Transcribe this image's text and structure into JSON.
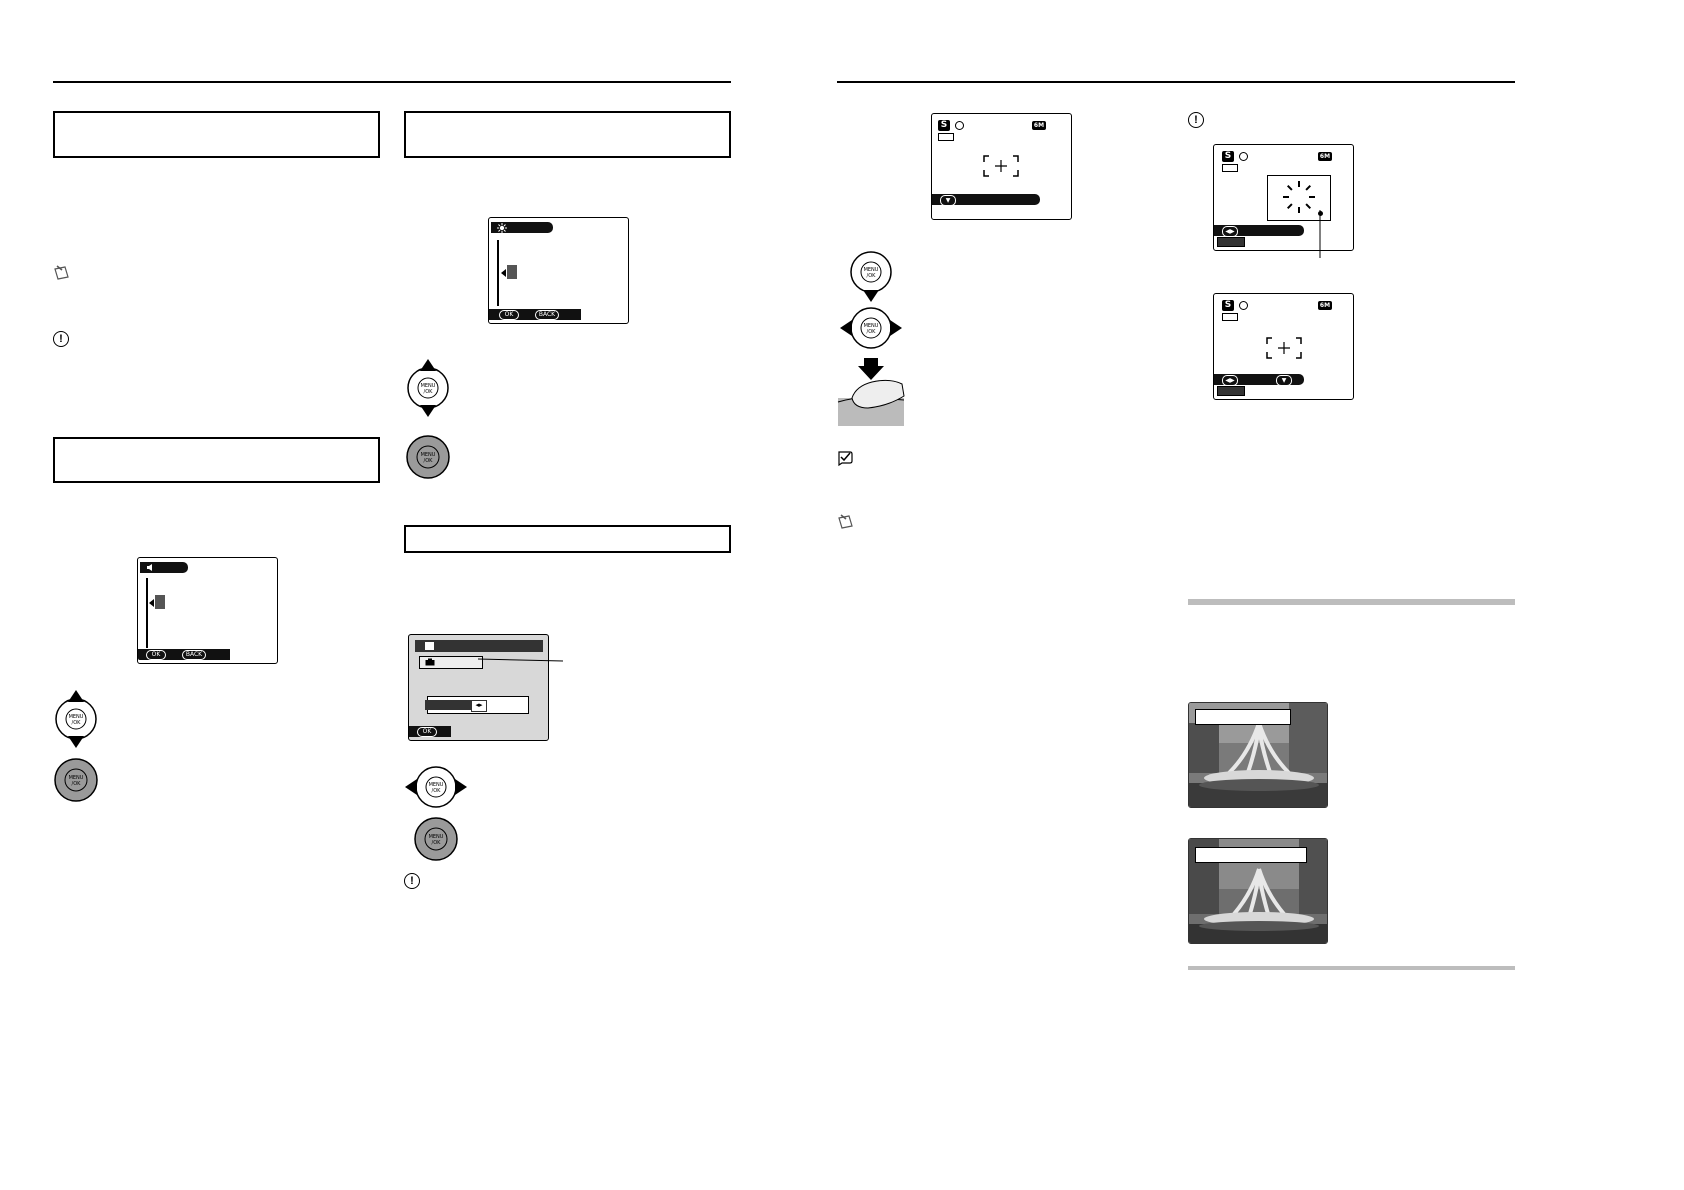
{
  "colors": {
    "rule": "#000000",
    "gray_rule": "#bdbdbd",
    "bar": "#111111",
    "pad": "#9a9a9a"
  },
  "icons": [
    "notice-icon",
    "memo-icon",
    "check-icon",
    "up-down-pad-icon",
    "menu-ok-pad-icon",
    "left-right-pad-icon",
    "down-pad-icon",
    "shutter-press-icon",
    "focus-frame-icon",
    "brightness-icon",
    "volume-icon",
    "camera-icon"
  ],
  "lcd": {
    "shooting_mode": "S",
    "image_quality": "6M",
    "ok_label": "OK",
    "back_label": "BACK"
  }
}
